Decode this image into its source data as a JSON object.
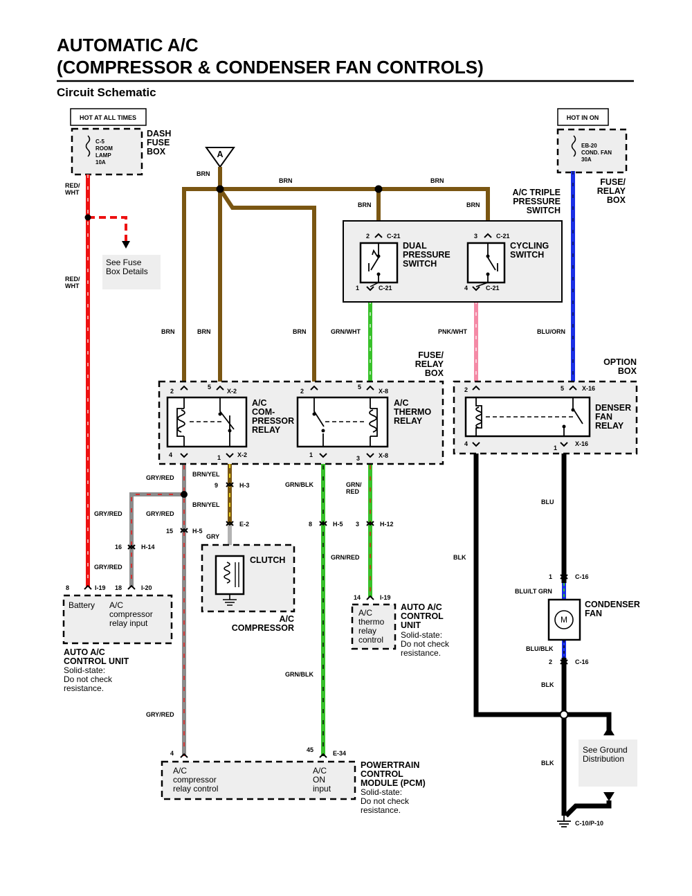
{
  "title": {
    "line1": "AUTOMATIC A/C",
    "line2": "(COMPRESSOR & CONDENSER FAN CONTROLS)",
    "subtitle": "Circuit Schematic"
  },
  "power": {
    "hot_at_all_times": "HOT AT ALL TIMES",
    "hot_in_on": "HOT IN ON",
    "dash_fuse_box": [
      "DASH",
      "FUSE",
      "BOX"
    ],
    "fuse_c5": [
      "C-5",
      "ROOM",
      "LAMP",
      "10A"
    ],
    "fuse_eb20": [
      "EB-20",
      "COND. FAN",
      "30A"
    ],
    "fuse_relay_box_right": [
      "FUSE/",
      "RELAY",
      "BOX"
    ],
    "connector_a": "A",
    "see_fuse_box": [
      "See Fuse",
      "Box Details"
    ]
  },
  "switch_assembly": {
    "title": [
      "A/C TRIPLE",
      "PRESSURE",
      "SWITCH"
    ],
    "dual": [
      "DUAL",
      "PRESSURE",
      "SWITCH"
    ],
    "cycling": [
      "CYCLING",
      "SWITCH"
    ],
    "pins": {
      "p2": "2",
      "p3": "3",
      "p1": "1",
      "p4": "4",
      "conn": "C-21"
    }
  },
  "relay_box": {
    "title": [
      "FUSE/",
      "RELAY",
      "BOX"
    ],
    "compressor_relay": [
      "A/C",
      "COM-",
      "PRESSOR",
      "RELAY"
    ],
    "thermo_relay": [
      "A/C",
      "THERMO",
      "RELAY"
    ],
    "pins": {
      "p2": "2",
      "p5": "5",
      "p4": "4",
      "p1": "1",
      "p3": "3",
      "x2": "X-2",
      "x8": "X-8"
    }
  },
  "option_box": {
    "title": [
      "OPTION",
      "BOX"
    ],
    "relay": [
      "DENSER",
      "FAN",
      "RELAY"
    ],
    "pins": {
      "p2": "2",
      "p5": "5",
      "p4": "4",
      "p1": "1",
      "x16": "X-16"
    }
  },
  "wires": {
    "red_wht": "RED/\nWHT",
    "red_wht_1": [
      "RED/",
      "WHT"
    ],
    "red_wht_2": [
      "RED/",
      "WHT"
    ],
    "brn": "BRN",
    "grn_wht": "GRN/WHT",
    "pnk_wht": "PNK/WHT",
    "blu_orn": "BLU/ORN",
    "gry_red": "GRY/RED",
    "brn_yel": "BRN/YEL",
    "grn_blk": "GRN/BLK",
    "grn_red": "GRN/RED",
    "grn_red_2": [
      "GRN/",
      "RED"
    ],
    "gry": "GRY",
    "blu": "BLU",
    "blk": "BLK",
    "blu_lt_grn": "BLU/LT GRN",
    "blu_blk": "BLU/BLK"
  },
  "connectors": {
    "h3": "H-3",
    "e2": "E-2",
    "h5": "H-5",
    "h12": "H-12",
    "h14": "H-14",
    "i19": "I-19",
    "i20": "I-20",
    "c16": "C-16",
    "e34": "E-34",
    "c10p10": "C-10/P-10",
    "n9": "9",
    "n8": "8",
    "n3": "3",
    "n15": "15",
    "n16": "16",
    "n18": "18",
    "n14": "14",
    "n1": "1",
    "n2": "2",
    "n4": "4",
    "n45": "45"
  },
  "clutch": {
    "label": "CLUTCH",
    "component": [
      "A/C",
      "COMPRESSOR"
    ]
  },
  "condenser_fan": {
    "label": [
      "CONDENSER",
      "FAN"
    ],
    "motor": "M"
  },
  "auto_ac_unit": {
    "battery": "Battery",
    "relay_input": [
      "A/C",
      "compressor",
      "relay input"
    ],
    "title": [
      "AUTO A/C",
      "CONTROL UNIT"
    ],
    "note": [
      "Solid-state:",
      "Do not check",
      "resistance."
    ]
  },
  "auto_ac_thermo": {
    "inner": [
      "A/C",
      "thermo",
      "relay",
      "control"
    ],
    "title": [
      "AUTO A/C",
      "CONTROL",
      "UNIT"
    ],
    "note": [
      "Solid-state:",
      "Do not check",
      "resistance."
    ]
  },
  "pcm": {
    "left": [
      "A/C",
      "compressor",
      "relay control"
    ],
    "right": [
      "A/C",
      "ON",
      "input"
    ],
    "title": [
      "POWERTRAIN",
      "CONTROL",
      "MODULE (PCM)"
    ],
    "note": [
      "Solid-state:",
      "Do not check",
      "resistance."
    ]
  },
  "ground": {
    "see": [
      "See Ground",
      "Distribution"
    ]
  },
  "colors": {
    "brn": "#7a5612",
    "red": "#ee1111",
    "blue": "#1a2fe6",
    "green": "#38c12a",
    "pink": "#f48aa6",
    "gray": "#8c8c8c",
    "yellow": "#e8d21a",
    "black": "#000000"
  }
}
